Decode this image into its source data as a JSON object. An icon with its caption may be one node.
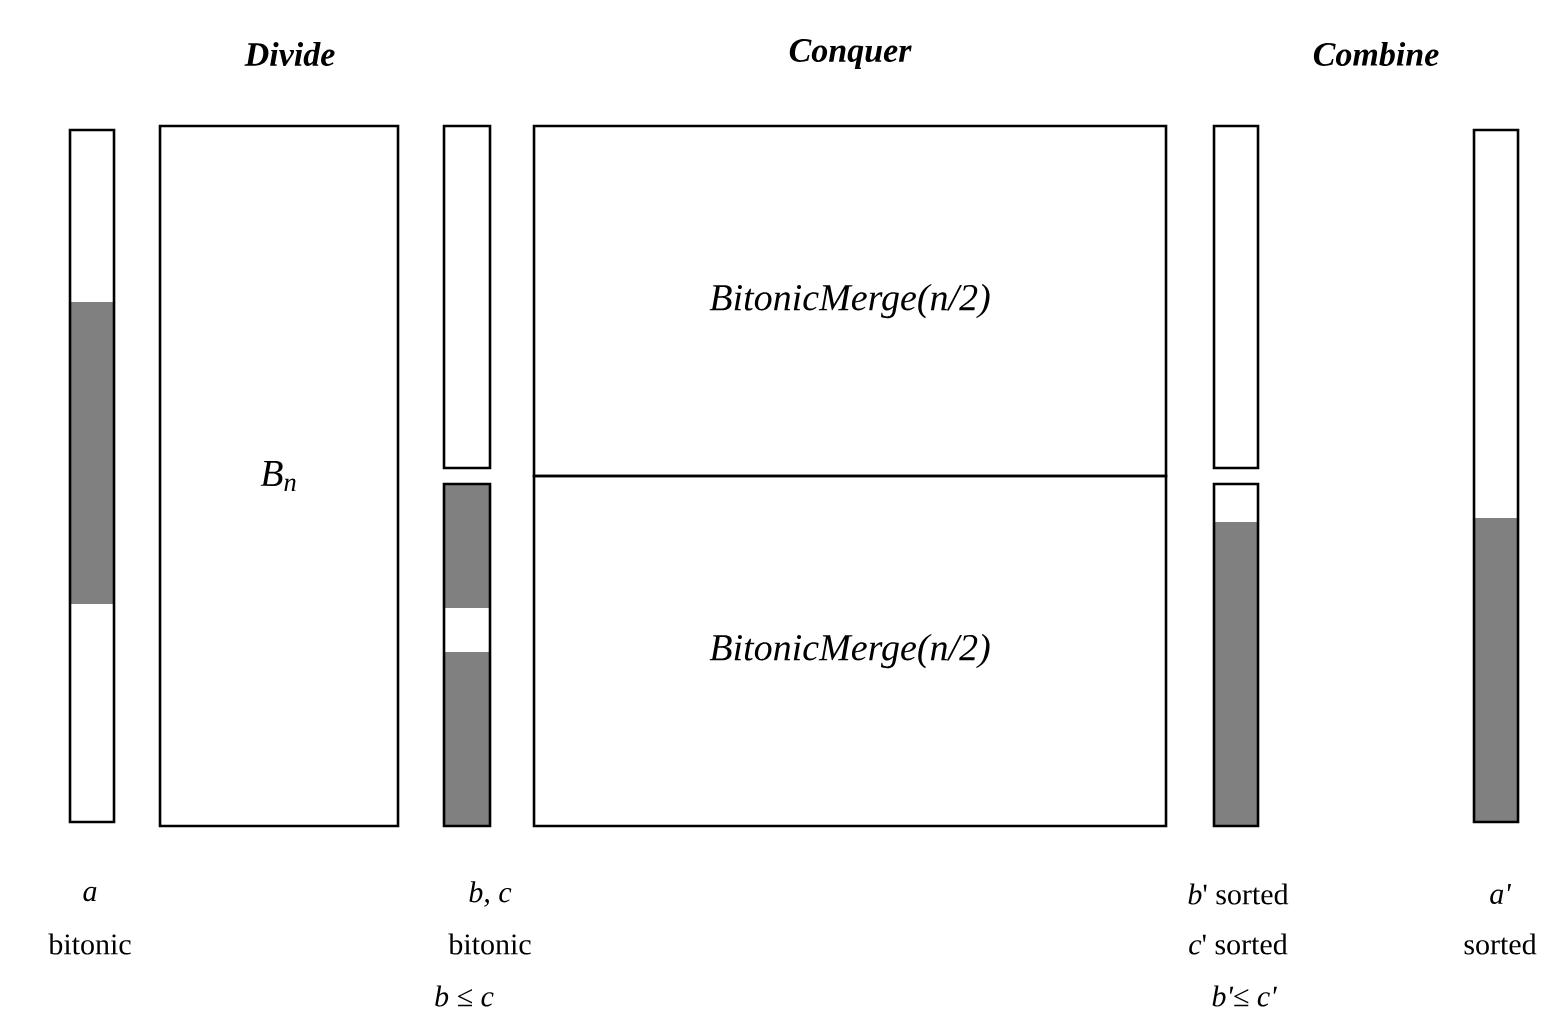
{
  "diagram": {
    "nodes": [
      {
        "text": [],
        "shape": "bar"
      },
      {
        "text": [
          "B$_{n}$"
        ]
      },
      {
        "text": [],
        "shape": "bar"
      },
      {
        "text": [],
        "shape": "bar"
      },
      {
        "text": [
          "BitonicMerge(n/2)"
        ]
      },
      {
        "text": [
          "BitonicMerge(n/2)"
        ]
      },
      {
        "text": [],
        "shape": "bar"
      },
      {
        "text": [],
        "shape": "bar"
      },
      {
        "text": [],
        "shape": "bar"
      }
    ],
    "labels": [
      "Divide",
      "Conquer",
      "Combine",
      "a",
      "b, c",
      "*b*' sorted",
      "a'",
      "bitonic",
      "bitonic",
      "*c*' sorted",
      "sorted",
      "b ≤ c",
      "b'≤ c'"
    ]
  }
}
